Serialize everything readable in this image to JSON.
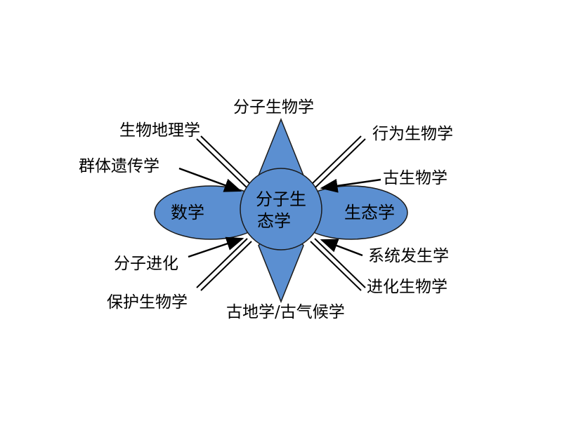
{
  "diagram": {
    "colors": {
      "fill": "#5b8fd1",
      "stroke": "#1a1a1a",
      "line": "#000000",
      "background": "#ffffff"
    },
    "center": {
      "line1": "分子生",
      "line2": "态学"
    },
    "ellipse_left": "数学",
    "ellipse_right": "生态学",
    "star_top": "分子生物学",
    "star_bottom": "古地学/古气候学",
    "parallel_lines": {
      "top_left": "生物地理学",
      "top_right": "行为生物学",
      "bottom_left": "保护生物学",
      "bottom_right": "进化生物学"
    },
    "arrows": {
      "upper_left": "群体遗传学",
      "upper_right": "古生物学",
      "lower_left": "分子进化",
      "lower_right": "系统发生学"
    }
  }
}
